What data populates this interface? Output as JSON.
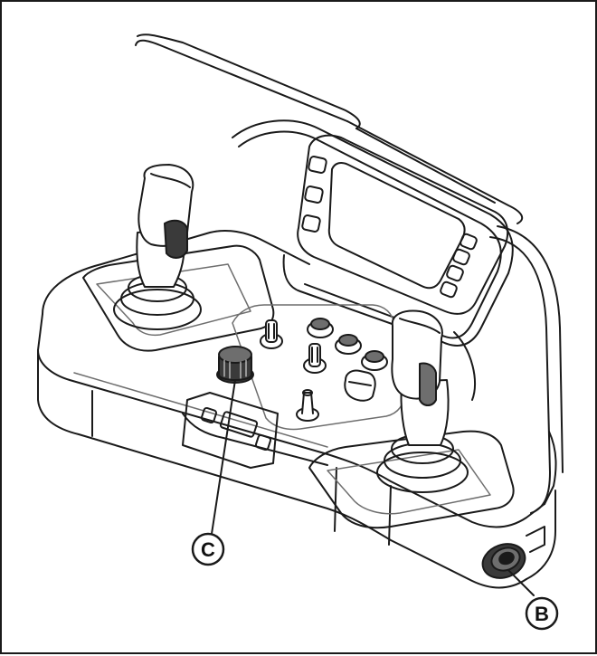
{
  "callouts": [
    {
      "id": "C",
      "label": "C"
    },
    {
      "id": "B",
      "label": "B"
    }
  ],
  "colors": {
    "line": "#1a1a1a",
    "shade": "#6e6e6e",
    "dark": "#3a3a3a",
    "light": "#f2f2f2"
  },
  "icons": {
    "left_joystick": "joystick-icon",
    "right_joystick": "joystick-icon",
    "display": "display-screen-icon",
    "knob_c": "rotary-knob-icon",
    "connector_b": "connector-plug-icon"
  }
}
